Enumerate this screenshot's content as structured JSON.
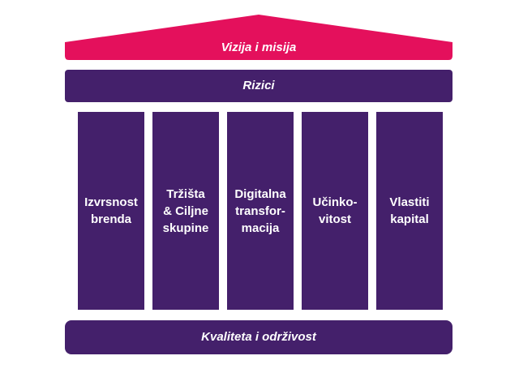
{
  "colors": {
    "roof": "#e4105c",
    "structure": "#44206b",
    "text": "#ffffff"
  },
  "roof": {
    "label": "Vizija i misija"
  },
  "risks": {
    "label": "Rizici"
  },
  "pillars": [
    {
      "label": "Izvrsnost\nbrenda"
    },
    {
      "label": "Tržišta\n& Ciljne\nskupine"
    },
    {
      "label": "Digitalna\ntransfor-\nmacija"
    },
    {
      "label": "Učinko-\nvitost"
    },
    {
      "label": "Vlastiti\nkapital"
    }
  ],
  "foundation": {
    "label": "Kvaliteta i održivost"
  }
}
